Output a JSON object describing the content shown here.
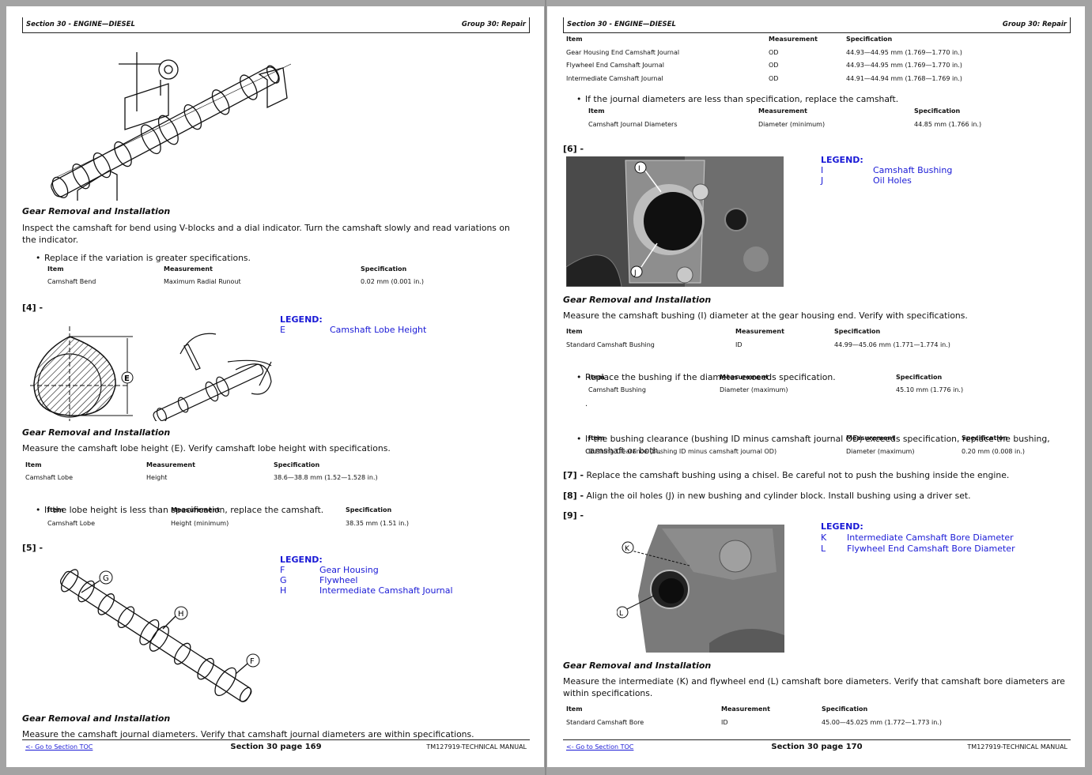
{
  "header": {
    "section": "Section 30 - ENGINE—DIESEL",
    "group": "Group 30: Repair"
  },
  "left": {
    "h1": "Gear Removal and Installation",
    "p1": "Inspect the camshaft for bend using V-blocks and a dial indicator. Turn the camshaft slowly and read variations on the indicator.",
    "b1": "Replace if the variation is greater specifications.",
    "t1": {
      "h": [
        "Item",
        "Measurement",
        "Specification"
      ],
      "r": [
        "Camshaft Bend",
        "Maximum Radial Runout",
        "0.02 mm (0.001 in.)"
      ]
    },
    "step4": "[4] -",
    "legend4": {
      "title": "LEGEND:",
      "items": [
        {
          "k": "E",
          "v": "Camshaft Lobe Height"
        }
      ]
    },
    "fig4_label": "E",
    "h2": "Gear Removal and Installation",
    "p2": "Measure the camshaft lobe height (E). Verify camshaft lobe height with specifications.",
    "t2": {
      "h": [
        "Item",
        "Measurement",
        "Specification"
      ],
      "r": [
        "Camshaft Lobe",
        "Height",
        "38.6—38.8 mm (1.52—1.528 in.)"
      ]
    },
    "b2": "If the lobe height is less than specification, replace the camshaft.",
    "t3": {
      "h": [
        "Item",
        "Measurement",
        "Specification"
      ],
      "r": [
        "Camshaft Lobe",
        "Height (minimum)",
        "38.35 mm (1.51 in.)"
      ]
    },
    "step5": "[5] -",
    "legend5": {
      "title": "LEGEND:",
      "items": [
        {
          "k": "F",
          "v": "Gear Housing"
        },
        {
          "k": "G",
          "v": "Flywheel"
        },
        {
          "k": "H",
          "v": "Intermediate Camshaft Journal"
        }
      ]
    },
    "fig5_labels": [
      "G",
      "H",
      "F"
    ],
    "h3": "Gear Removal and Installation",
    "p3": "Measure the camshaft journal diameters. Verify that camshaft journal diameters are within specifications.",
    "footer": {
      "toc": "<- Go to Section TOC",
      "page": "Section 30 page 169",
      "manual": "TM127919-TECHNICAL MANUAL"
    }
  },
  "right": {
    "t0": {
      "h": [
        "Item",
        "Measurement",
        "Specification"
      ],
      "rows": [
        [
          "Gear Housing End Camshaft Journal",
          "OD",
          "44.93—44.95 mm (1.769—1.770 in.)"
        ],
        [
          "Flywheel End Camshaft Journal",
          "OD",
          "44.93—44.95 mm (1.769—1.770 in.)"
        ],
        [
          "Intermediate Camshaft Journal",
          "OD",
          "44.91—44.94 mm (1.768—1.769 in.)"
        ]
      ]
    },
    "b0": "If the journal diameters are less than specification, replace the camshaft.",
    "t1": {
      "h": [
        "Item",
        "Measurement",
        "Specification"
      ],
      "r": [
        "Camshaft Journal Diameters",
        "Diameter (minimum)",
        "44.85 mm (1.766 in.)"
      ]
    },
    "step6": "[6] -",
    "legend6": {
      "title": "LEGEND:",
      "items": [
        {
          "k": "I",
          "v": "Camshaft Bushing"
        },
        {
          "k": "J",
          "v": "Oil Holes"
        }
      ]
    },
    "fig6_labels": [
      "I",
      "J"
    ],
    "h1": "Gear Removal and Installation",
    "p1": "Measure the camshaft bushing (I) diameter at the gear housing end. Verify with specifications.",
    "t2": {
      "h": [
        "Item",
        "Measurement",
        "Specification"
      ],
      "r": [
        "Standard Camshaft Bushing",
        "ID",
        "44.99—45.06 mm (1.771—1.774 in.)"
      ]
    },
    "b1": "Replace the bushing if the diameter exceeds specification.",
    "t3": {
      "h": [
        "Item",
        "Measurement",
        "Specification"
      ],
      "r": [
        "Camshaft Bushing",
        "Diameter (maximum)",
        "45.10 mm (1.776 in.)"
      ]
    },
    "dot": ".",
    "b2": "If the bushing clearance (bushing ID minus camshaft journal OD) exceeds specification, replace the bushing, camshaft or both.",
    "t4": {
      "h": [
        "Item",
        "Measurement",
        "Specification"
      ],
      "r": [
        "Bushing Clearance (bushing ID minus camshaft journal OD)",
        "Diameter (maximum)",
        "0.20 mm (0.008 in.)"
      ]
    },
    "step7": "[7] -",
    "step7_text": "Replace the camshaft bushing using a chisel. Be careful not to push the bushing inside the engine.",
    "step8": "[8] -",
    "step8_text": "Align the oil holes (J) in new bushing and cylinder block. Install bushing using a driver set.",
    "step9": "[9] -",
    "legend9": {
      "title": "LEGEND:",
      "items": [
        {
          "k": "K",
          "v": "Intermediate Camshaft Bore Diameter"
        },
        {
          "k": "L",
          "v": "Flywheel End Camshaft Bore Diameter"
        }
      ]
    },
    "fig9_labels": [
      "K",
      "L"
    ],
    "h2": "Gear Removal and Installation",
    "p2": "Measure the intermediate (K) and flywheel end (L) camshaft bore diameters. Verify that camshaft bore diameters are within specifications.",
    "t5": {
      "h": [
        "Item",
        "Measurement",
        "Specification"
      ],
      "r": [
        "Standard Camshaft Bore",
        "ID",
        "45.00—45.025 mm (1.772—1.773 in.)"
      ]
    },
    "footer": {
      "toc": "<- Go to Section TOC",
      "page": "Section 30 page 170",
      "manual": "TM127919-TECHNICAL MANUAL"
    }
  }
}
